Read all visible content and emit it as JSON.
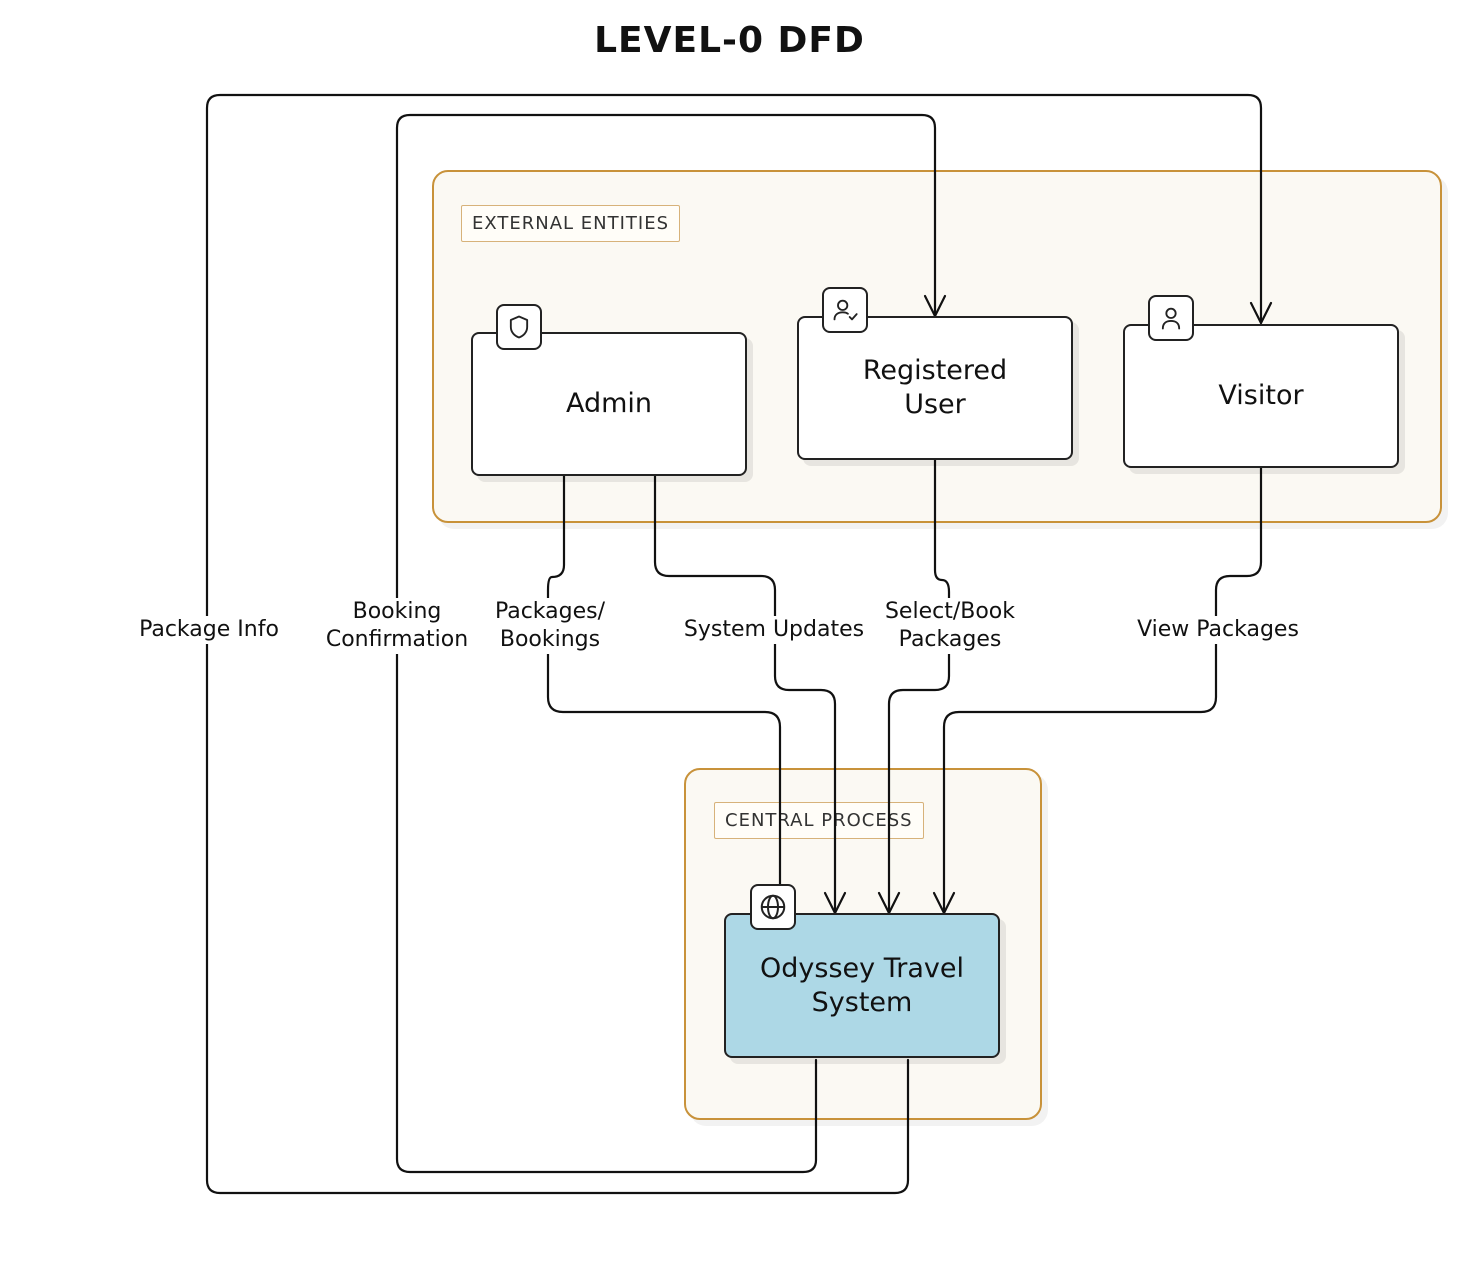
{
  "diagram": {
    "title": "LEVEL-0 DFD",
    "groups": {
      "external": {
        "label": "EXTERNAL ENTITIES"
      },
      "central": {
        "label": "CENTRAL PROCESS"
      }
    },
    "nodes": {
      "admin": {
        "label": "Admin",
        "icon": "shield-icon"
      },
      "registered_user": {
        "label": "Registered\nUser",
        "icon": "user-check-icon"
      },
      "visitor": {
        "label": "Visitor",
        "icon": "user-icon"
      },
      "system": {
        "label": "Odyssey Travel\nSystem",
        "icon": "globe-icon"
      }
    },
    "edges": {
      "package_info": {
        "label": "Package Info"
      },
      "booking_confirmation": {
        "label": "Booking\nConfirmation"
      },
      "packages_bookings": {
        "label": "Packages/\nBookings"
      },
      "system_updates": {
        "label": "System Updates"
      },
      "select_book": {
        "label": "Select/Book\nPackages"
      },
      "view_packages": {
        "label": "View Packages"
      }
    },
    "colors": {
      "process_fill": "#add8e6",
      "group_border": "#c8923a",
      "group_fill": "#fbf9f3",
      "line": "#111111"
    }
  }
}
